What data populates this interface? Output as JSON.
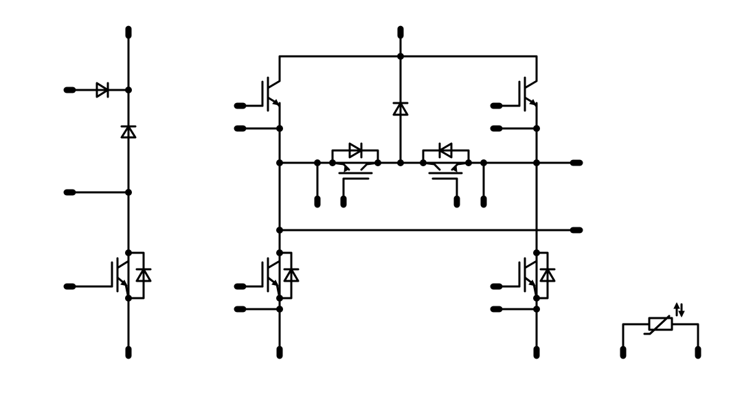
{
  "diagram": {
    "type": "power-module-schematic",
    "background_color": "#ffffff",
    "line_color": "#000000",
    "groups": [
      {
        "name": "boost-chopper",
        "components": [
          "diode",
          "diode",
          "igbt",
          "freewheel-diode"
        ]
      },
      {
        "name": "t-type-npc-leg",
        "components": [
          "igbt",
          "igbt",
          "igbt",
          "igbt",
          "igbt",
          "igbt",
          "diode",
          "freewheel-diode",
          "freewheel-diode",
          "freewheel-diode",
          "freewheel-diode"
        ]
      },
      {
        "name": "ntc-thermistor",
        "components": [
          "thermistor"
        ]
      }
    ]
  }
}
